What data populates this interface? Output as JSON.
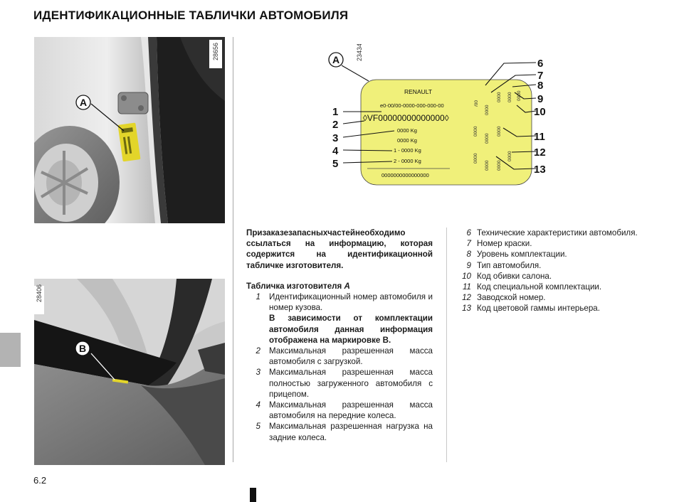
{
  "page": {
    "title": "ИДЕНТИФИКАЦИОННЫЕ ТАБЛИЧКИ АВТОМОБИЛЯ",
    "page_number": "6.2"
  },
  "photos": {
    "top": {
      "code": "28656",
      "callout": "A"
    },
    "bottom": {
      "code": "28406",
      "callout": "B"
    }
  },
  "plate": {
    "code": "23434",
    "callout": "A",
    "brand": "RENAULT",
    "type_number": "e0-00/00-0000-000-000-00",
    "vin": "◊VF00000000000000◊",
    "mass_total": "0000 Kg",
    "mass_trailer": "0000 Kg",
    "mass_front": "1 - 0000 Kg",
    "mass_rear": "2 - 0000 Kg",
    "bottom_code": "0000000000000000",
    "left_labels": [
      "1",
      "2",
      "3",
      "4",
      "5"
    ],
    "right_labels": [
      "6",
      "7",
      "8",
      "9",
      "10",
      "11",
      "12",
      "13"
    ]
  },
  "text": {
    "intro": "Призаказезапасныхчастейнеобходимо ссылаться на информацию, которая содержится на идентификационной табличке изготовителя.",
    "subhead_prefix": "Табличка изготовителя ",
    "subhead_letter": "A",
    "list1": [
      {
        "n": "1",
        "text": "Идентификационный номер автомобиля и номер кузова.",
        "note": "В зависимости от комплектации автомобиля данная информация отображена на маркировке B."
      },
      {
        "n": "2",
        "text": "Максимальная разрешенная масса автомобиля с загрузкой."
      },
      {
        "n": "3",
        "text": "Максимальная разрешенная масса полностью загруженного автомобиля с прицепом."
      },
      {
        "n": "4",
        "text": "Максимальная разрешенная масса автомобиля на передние колеса."
      },
      {
        "n": "5",
        "text": "Максимальная разрешенная нагрузка на задние колеса."
      }
    ],
    "list2": [
      {
        "n": "6",
        "text": "Технические характеристики автомобиля."
      },
      {
        "n": "7",
        "text": " Номер краски."
      },
      {
        "n": "8",
        "text": "Уровень комплектации."
      },
      {
        "n": "9",
        "text": "Тип автомобиля."
      },
      {
        "n": "10",
        "text": " Код обивки салона."
      },
      {
        "n": "11",
        "text": "Код специальной комплектации."
      },
      {
        "n": "12",
        "text": "Заводской номер."
      },
      {
        "n": "13",
        "text": "Код цветовой гаммы интерьера."
      }
    ]
  },
  "colors": {
    "plate_fill": "#f0f07a",
    "sticker": "#e3d52a",
    "tab_gray": "#b3b3b3"
  }
}
